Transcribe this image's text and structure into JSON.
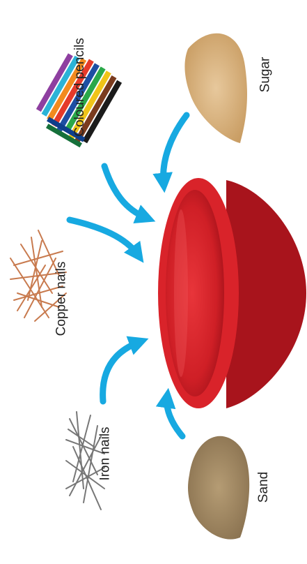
{
  "items": {
    "pencils": {
      "label": "Coloured pencils",
      "icon": "coloured-pencils-image"
    },
    "sugar": {
      "label": "Sugar",
      "icon": "sugar-pile-image"
    },
    "copper": {
      "label": "Copper nails",
      "icon": "copper-nails-image"
    },
    "iron": {
      "label": "Iron nails",
      "icon": "iron-nails-image"
    },
    "sand": {
      "label": "Sand",
      "icon": "sand-pile-image"
    }
  },
  "bowl": {
    "icon": "red-bowl-image"
  },
  "colors": {
    "arrow": "#17a9e1",
    "bowl": "#d9232a",
    "bowl_dark": "#a8141c",
    "copper": "#c87a4e",
    "iron": "#7b7b7b",
    "sugar": "#d8b483",
    "sand": "#a58c68"
  }
}
